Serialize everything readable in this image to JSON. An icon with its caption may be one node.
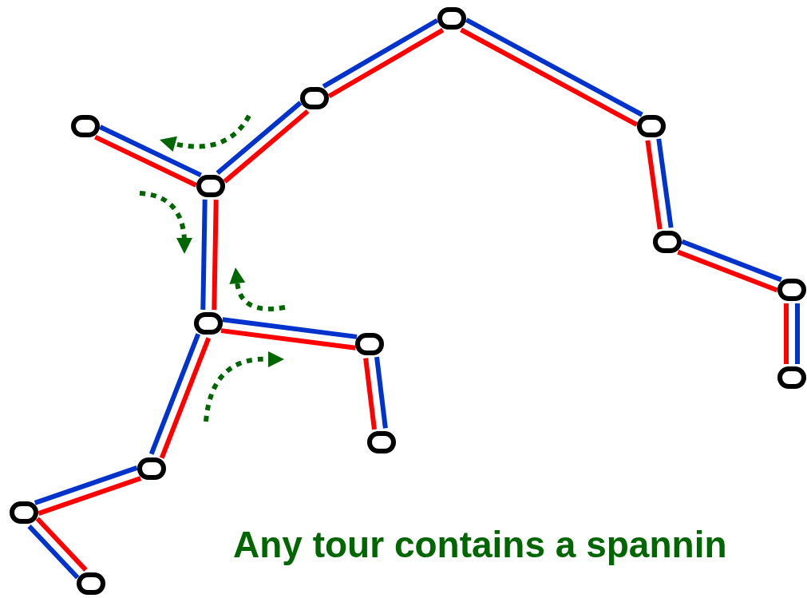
{
  "diagram": {
    "nodes": [
      {
        "text": [],
        "shape": "circle"
      },
      {
        "text": [],
        "shape": "circle"
      },
      {
        "text": [],
        "shape": "circle"
      },
      {
        "text": [],
        "shape": "circle"
      },
      {
        "text": [],
        "shape": "circle"
      },
      {
        "text": [],
        "shape": "circle"
      },
      {
        "text": [],
        "shape": "circle"
      },
      {
        "text": [],
        "shape": "circle"
      },
      {
        "text": [],
        "shape": "circle"
      },
      {
        "text": [],
        "shape": "circle"
      },
      {
        "text": [],
        "shape": "circle"
      },
      {
        "text": [],
        "shape": "circle"
      },
      {
        "text": [],
        "shape": "circle"
      },
      {
        "text": [],
        "shape": "circle"
      }
    ],
    "edges": [
      {
        "from": 0,
        "to": 4,
        "arrow": "none",
        "color": "#0033cc"
      },
      {
        "from": 0,
        "to": 4,
        "arrow": "none",
        "color": "#ff0000"
      },
      {
        "from": 4,
        "to": 1,
        "arrow": "none",
        "color": "#0033cc"
      },
      {
        "from": 4,
        "to": 1,
        "arrow": "none",
        "color": "#ff0000"
      },
      {
        "from": 1,
        "to": 2,
        "arrow": "none",
        "color": "#0033cc"
      },
      {
        "from": 1,
        "to": 2,
        "arrow": "none",
        "color": "#ff0000"
      },
      {
        "from": 2,
        "to": 3,
        "arrow": "none",
        "color": "#0033cc"
      },
      {
        "from": 2,
        "to": 3,
        "arrow": "none",
        "color": "#ff0000"
      },
      {
        "from": 3,
        "to": 5,
        "arrow": "none",
        "color": "#0033cc"
      },
      {
        "from": 3,
        "to": 5,
        "arrow": "none",
        "color": "#ff0000"
      },
      {
        "from": 5,
        "to": 6,
        "arrow": "none",
        "color": "#0033cc"
      },
      {
        "from": 5,
        "to": 6,
        "arrow": "none",
        "color": "#ff0000"
      },
      {
        "from": 6,
        "to": 9,
        "arrow": "none",
        "color": "#0033cc"
      },
      {
        "from": 6,
        "to": 9,
        "arrow": "none",
        "color": "#ff0000"
      },
      {
        "from": 4,
        "to": 7,
        "arrow": "none",
        "color": "#0033cc"
      },
      {
        "from": 4,
        "to": 7,
        "arrow": "none",
        "color": "#ff0000"
      },
      {
        "from": 7,
        "to": 8,
        "arrow": "none",
        "color": "#0033cc"
      },
      {
        "from": 7,
        "to": 8,
        "arrow": "none",
        "color": "#ff0000"
      },
      {
        "from": 8,
        "to": 10,
        "arrow": "none",
        "color": "#0033cc"
      },
      {
        "from": 8,
        "to": 10,
        "arrow": "none",
        "color": "#ff0000"
      },
      {
        "from": 7,
        "to": 11,
        "arrow": "none",
        "color": "#0033cc"
      },
      {
        "from": 7,
        "to": 11,
        "arrow": "none",
        "color": "#ff0000"
      },
      {
        "from": 11,
        "to": 12,
        "arrow": "none",
        "color": "#0033cc"
      },
      {
        "from": 11,
        "to": 12,
        "arrow": "none",
        "color": "#ff0000"
      },
      {
        "from": 12,
        "to": 13,
        "arrow": "none",
        "color": "#0033cc"
      },
      {
        "from": 12,
        "to": 13,
        "arrow": "none",
        "color": "#ff0000"
      }
    ],
    "labels": [
      "Any tour contains a spannin"
    ]
  }
}
